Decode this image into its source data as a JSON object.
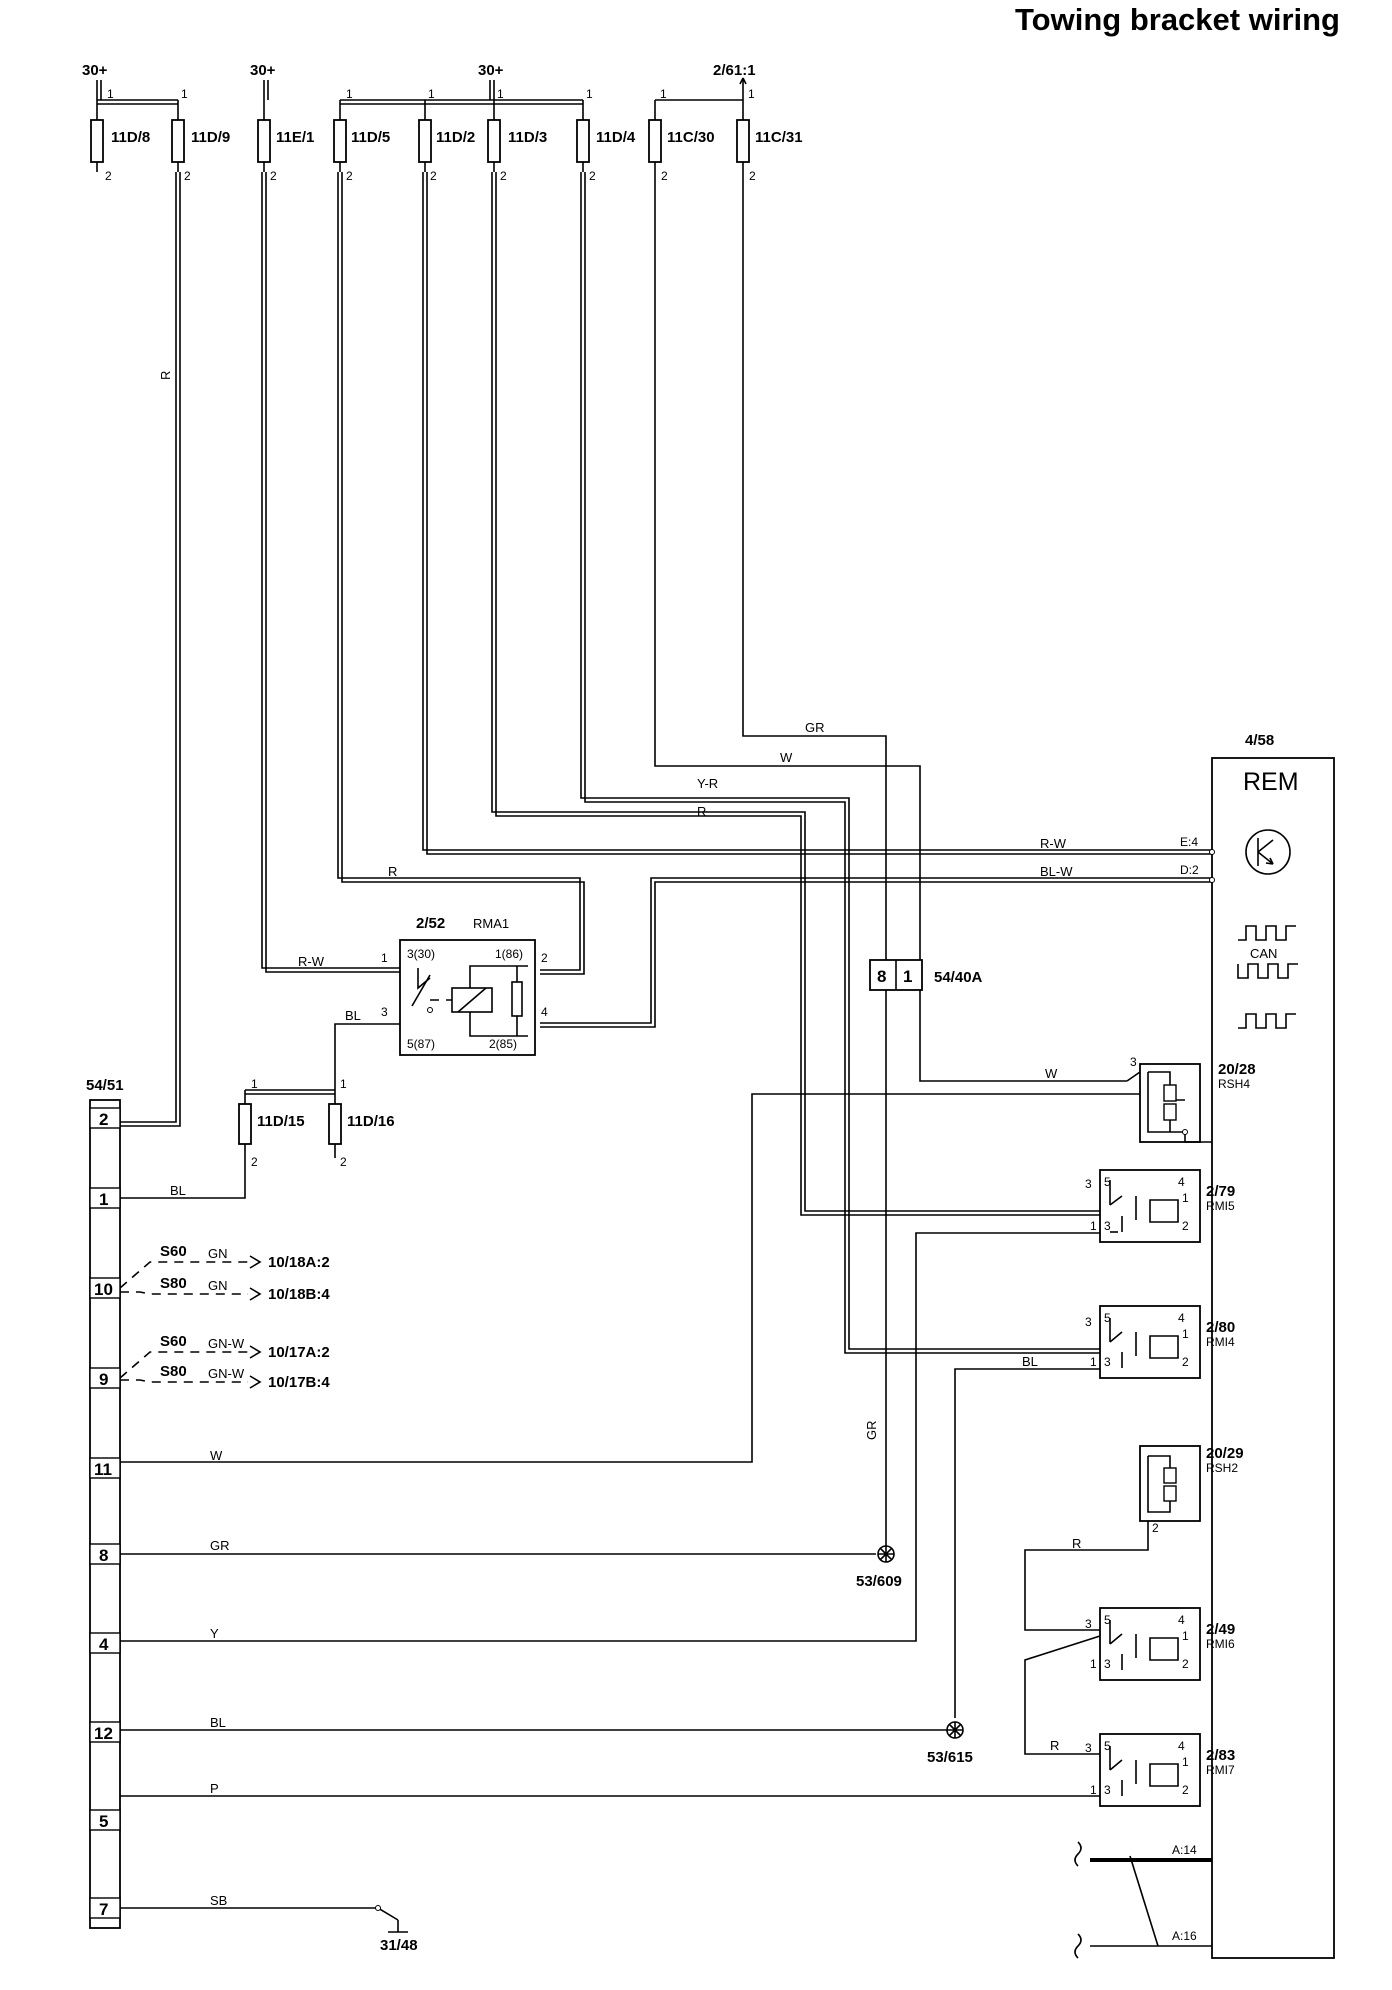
{
  "title": "Towing bracket wiring",
  "supplies": {
    "s1": "30+",
    "s2": "30+",
    "s3": "30+",
    "s4": "2/61:1"
  },
  "fuses": {
    "f1": "11D/8",
    "f2": "11D/9",
    "f3": "11E/1",
    "f4": "11D/5",
    "f5": "11D/2",
    "f6": "11D/3",
    "f7": "11D/4",
    "f8": "11C/30",
    "f9": "11C/31",
    "f10": "11D/15",
    "f11": "11D/16"
  },
  "pins": {
    "one": "1",
    "two": "2",
    "three": "3",
    "four": "4",
    "five": "5"
  },
  "rem": {
    "ref": "4/58",
    "name": "REM",
    "can": "CAN",
    "e4": "E:4",
    "d2": "D:2",
    "a14": "A:14",
    "a16": "A:16"
  },
  "relay_main": {
    "ref": "2/52",
    "name": "RMA1",
    "p30": "3(30)",
    "p86": "1(86)",
    "p87": "5(87)",
    "p85": "2(85)",
    "n1": "1",
    "n2": "2",
    "n3": "3",
    "n4": "4"
  },
  "splice_connector": {
    "ref": "54/40A",
    "a": "8",
    "b": "1"
  },
  "rem_components": {
    "c1": "20/28",
    "c1n": "RSH4",
    "c2": "2/79",
    "c2n": "RMI5",
    "c3": "2/80",
    "c3n": "RMI4",
    "c4": "20/29",
    "c4n": "RSH2",
    "c5": "2/49",
    "c5n": "RMI6",
    "c6": "2/83",
    "c6n": "RMI7"
  },
  "socket": {
    "ref": "54/51",
    "p2": "2",
    "p1": "1",
    "p10": "10",
    "p9": "9",
    "p11": "11",
    "p8": "8",
    "p4": "4",
    "p12": "12",
    "p5": "5",
    "p7": "7"
  },
  "variants": {
    "s60a": "S60",
    "s80a": "S80",
    "s60b": "S60",
    "s80b": "S80",
    "t1": "10/18A:2",
    "t2": "10/18B:4",
    "t3": "10/17A:2",
    "t4": "10/17B:4"
  },
  "grounds": {
    "g1": "53/609",
    "g2": "53/615",
    "g3": "31/48"
  },
  "wire_colors": {
    "r": "R",
    "gr": "GR",
    "w": "W",
    "yr": "Y-R",
    "r2": "R",
    "rw": "R-W",
    "blw": "BL-W",
    "r3": "R",
    "rw2": "R-W",
    "bl": "BL",
    "w2": "W",
    "bl2": "BL",
    "gn1": "GN",
    "gn2": "GN",
    "gnw1": "GN-W",
    "gnw2": "GN-W",
    "bl3": "BL",
    "w3": "W",
    "gr2": "GR",
    "gr3": "GR",
    "r4": "R",
    "y": "Y",
    "bl4": "BL",
    "r5": "R",
    "p": "P",
    "sb": "SB"
  }
}
